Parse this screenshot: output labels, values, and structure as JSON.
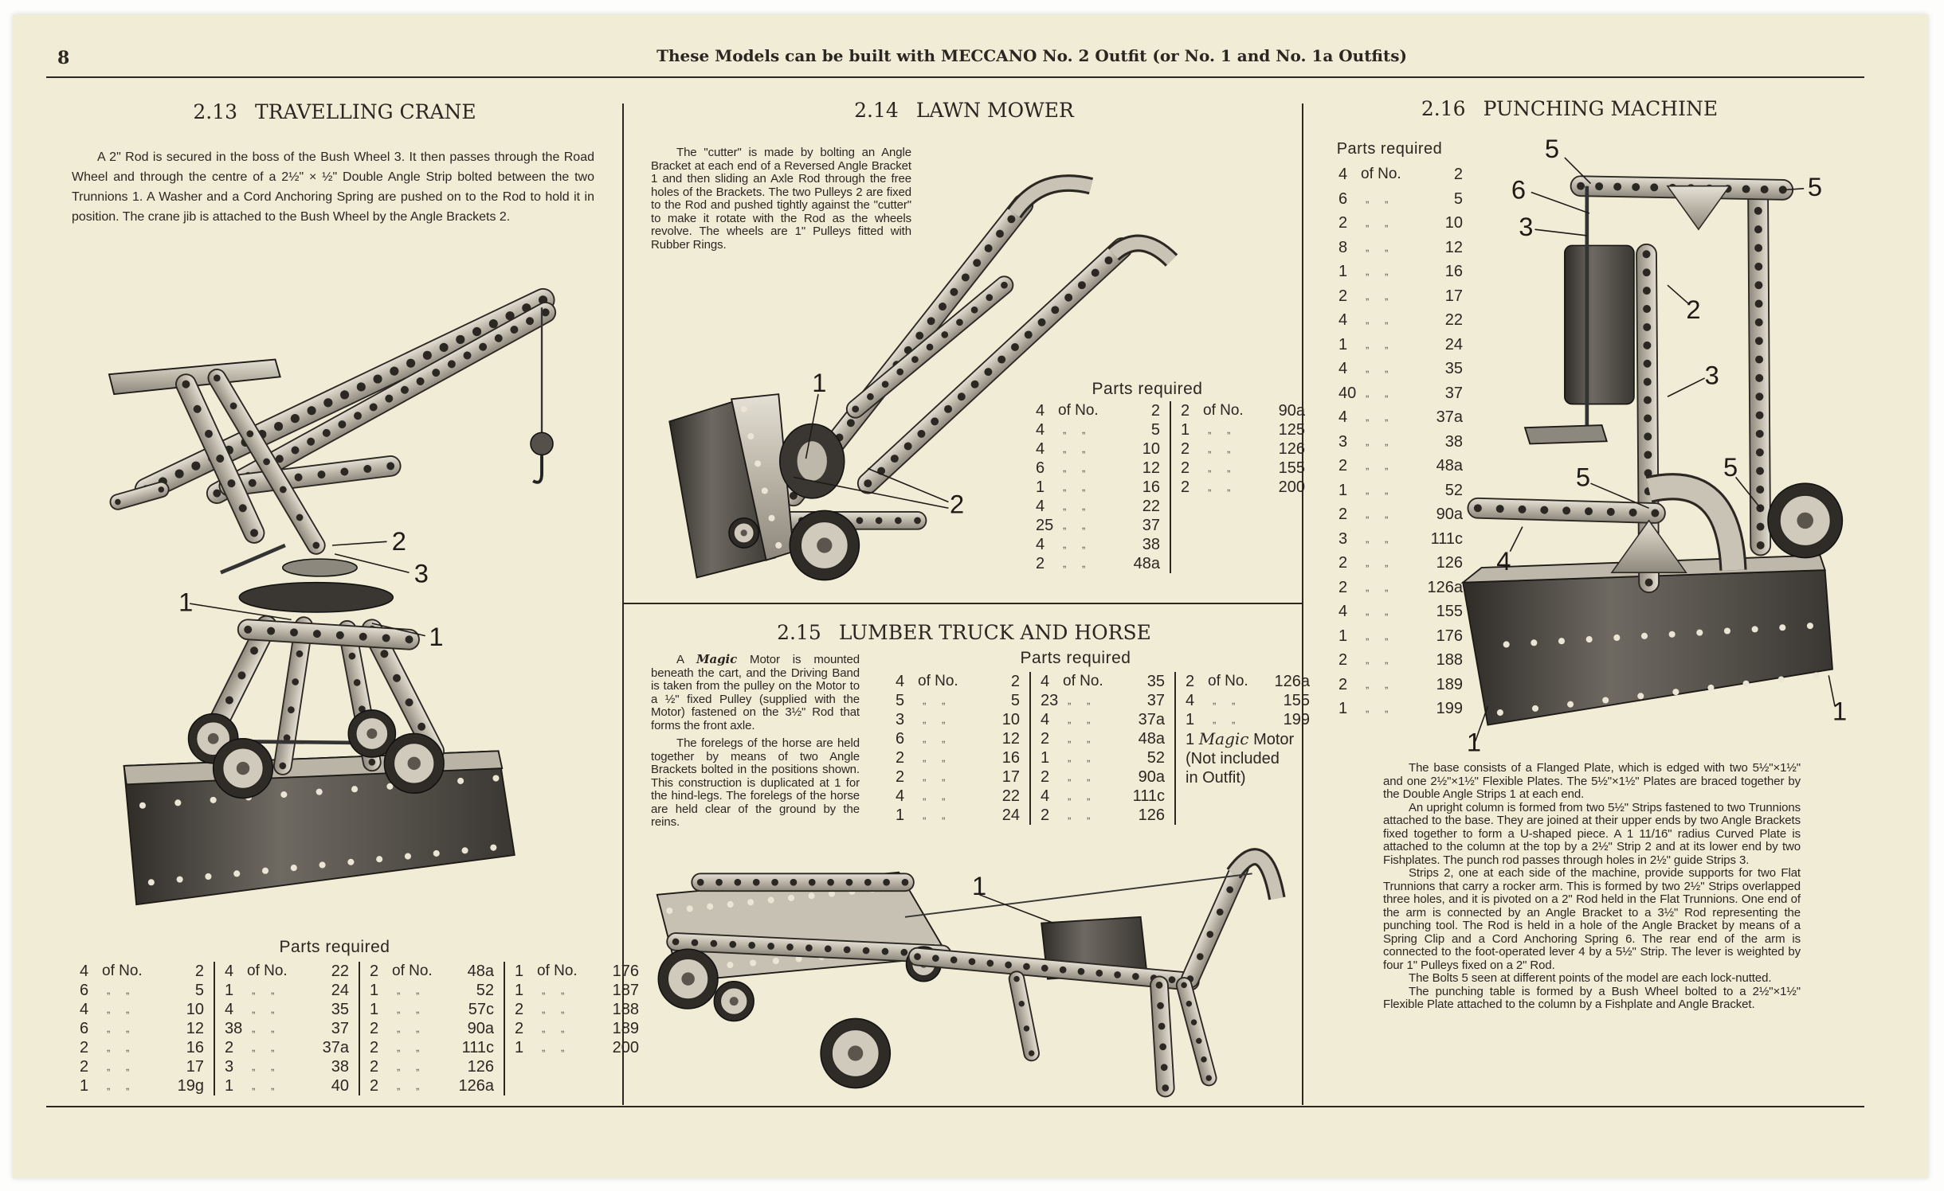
{
  "header": {
    "page_number": "8",
    "title": "These Models can be built with MECCANO No. 2 Outfit (or No. 1 and No. 1a Outfits)"
  },
  "labels": {
    "parts_required": "Parts required",
    "of_no": "of No.",
    "ditto": "„ „"
  },
  "models": {
    "crane": {
      "number": "2.13",
      "name": "TRAVELLING CRANE",
      "description": "A 2\" Rod is secured in the boss of the Bush Wheel 3. It then passes through the Road Wheel and through the centre of a 2½\" × ½\" Double Angle Strip bolted between the two Trunnions 1. A Washer and a Cord Anchoring Spring are pushed on to the Rod to hold it in position. The crane jib is attached to the Bush Wheel by the Angle Brackets 2.",
      "callouts": [
        "2",
        "3",
        "1",
        "1"
      ],
      "parts": [
        [
          [
            "4",
            "2"
          ],
          [
            "6",
            "5"
          ],
          [
            "4",
            "10"
          ],
          [
            "6",
            "12"
          ],
          [
            "2",
            "16"
          ],
          [
            "2",
            "17"
          ],
          [
            "1",
            "19g"
          ]
        ],
        [
          [
            "4",
            "22"
          ],
          [
            "1",
            "24"
          ],
          [
            "4",
            "35"
          ],
          [
            "38",
            "37"
          ],
          [
            "2",
            "37a"
          ],
          [
            "3",
            "38"
          ],
          [
            "1",
            "40"
          ]
        ],
        [
          [
            "2",
            "48a"
          ],
          [
            "1",
            "52"
          ],
          [
            "1",
            "57c"
          ],
          [
            "2",
            "90a"
          ],
          [
            "2",
            "111c"
          ],
          [
            "2",
            "126"
          ],
          [
            "2",
            "126a"
          ]
        ],
        [
          [
            "1",
            "176"
          ],
          [
            "1",
            "187"
          ],
          [
            "2",
            "188"
          ],
          [
            "2",
            "189"
          ],
          [
            "1",
            "200"
          ]
        ]
      ]
    },
    "mower": {
      "number": "2.14",
      "name": "LAWN MOWER",
      "description": "The \"cutter\" is made by bolting an Angle Bracket at each end of a Reversed Angle Bracket 1 and then sliding an Axle Rod through the free holes of the Brackets. The two Pulleys 2 are fixed to the Rod and pushed tightly against the \"cutter\" to make it rotate with the Rod as the wheels revolve. The wheels are 1\" Pulleys fitted with Rubber Rings.",
      "callouts": [
        "1",
        "2"
      ],
      "parts": [
        [
          [
            "4",
            "2"
          ],
          [
            "4",
            "5"
          ],
          [
            "4",
            "10"
          ],
          [
            "6",
            "12"
          ],
          [
            "1",
            "16"
          ],
          [
            "4",
            "22"
          ],
          [
            "25",
            "37"
          ],
          [
            "4",
            "38"
          ],
          [
            "2",
            "48a"
          ]
        ],
        [
          [
            "2",
            "90a"
          ],
          [
            "1",
            "125"
          ],
          [
            "2",
            "126"
          ],
          [
            "2",
            "155"
          ],
          [
            "2",
            "200"
          ]
        ]
      ]
    },
    "lumber": {
      "number": "2.15",
      "name": "LUMBER TRUCK AND HORSE",
      "description_1_italic": "Magic",
      "description_1_pre": "A",
      "description_1": "Motor is mounted beneath the cart, and the Driving Band is taken from the pulley on the Motor to a ½\" fixed Pulley (supplied with the Motor) fastened on the 3½\" Rod that forms the front axle.",
      "description_2": "The forelegs of the horse are held together by means of two Angle Brackets bolted in the positions shown. This construction is duplicated at 1 for the hind-legs. The forelegs of the horse are held clear of the ground by the reins.",
      "callouts": [
        "1"
      ],
      "parts": [
        [
          [
            "4",
            "2"
          ],
          [
            "5",
            "5"
          ],
          [
            "3",
            "10"
          ],
          [
            "6",
            "12"
          ],
          [
            "2",
            "16"
          ],
          [
            "2",
            "17"
          ],
          [
            "4",
            "22"
          ],
          [
            "1",
            "24"
          ]
        ],
        [
          [
            "4",
            "35"
          ],
          [
            "23",
            "37"
          ],
          [
            "4",
            "37a"
          ],
          [
            "2",
            "48a"
          ],
          [
            "1",
            "52"
          ],
          [
            "2",
            "90a"
          ],
          [
            "4",
            "111c"
          ],
          [
            "2",
            "126"
          ]
        ],
        [
          [
            "2",
            "126a"
          ],
          [
            "4",
            "155"
          ],
          [
            "1",
            "199"
          ]
        ]
      ],
      "note_qty": "1",
      "note_italic": "Magic",
      "note_rest": "Motor",
      "note_2": "(Not included",
      "note_3": "in Outfit)"
    },
    "punch": {
      "number": "2.16",
      "name": "PUNCHING MACHINE",
      "callouts": [
        "5",
        "6",
        "3",
        "5",
        "2",
        "3",
        "5",
        "5",
        "4",
        "1",
        "1"
      ],
      "parts": [
        [
          [
            "4",
            "2"
          ],
          [
            "6",
            "5"
          ],
          [
            "2",
            "10"
          ],
          [
            "8",
            "12"
          ],
          [
            "1",
            "16"
          ],
          [
            "2",
            "17"
          ],
          [
            "4",
            "22"
          ],
          [
            "1",
            "24"
          ],
          [
            "4",
            "35"
          ],
          [
            "40",
            "37"
          ],
          [
            "4",
            "37a"
          ],
          [
            "3",
            "38"
          ],
          [
            "2",
            "48a"
          ],
          [
            "1",
            "52"
          ],
          [
            "2",
            "90a"
          ],
          [
            "3",
            "111c"
          ],
          [
            "2",
            "126"
          ],
          [
            "2",
            "126a"
          ],
          [
            "4",
            "155"
          ],
          [
            "1",
            "176"
          ],
          [
            "2",
            "188"
          ],
          [
            "2",
            "189"
          ],
          [
            "1",
            "199"
          ]
        ]
      ],
      "paragraphs": [
        "The base consists of a Flanged Plate, which is edged with two 5½\"×1½\" and one 2½\"×1½\" Flexible Plates. The 5½\"×1½\" Plates are braced together by the Double Angle Strips 1 at each end.",
        "An upright column is formed from two 5½\" Strips fastened to two Trunnions attached to the base. They are joined at their upper ends by two Angle Brackets fixed together to form a U-shaped piece. A 1 11/16\" radius Curved Plate is attached to the column at the top by a 2½\" Strip 2 and at its lower end by two Fishplates. The punch rod passes through holes in 2½\" guide Strips 3.",
        "Strips 2, one at each side of the machine, provide supports for two Flat Trunnions that carry a rocker arm. This is formed by two 2½\" Strips overlapped three holes, and it is pivoted on a 2\" Rod held in the Flat Trunnions. One end of the arm is connected by an Angle Bracket to a 3½\" Rod representing the punching tool. The Rod is held in a hole of the Angle Bracket by means of a Spring Clip and a Cord Anchoring Spring 6. The rear end of the arm is connected to the foot-operated lever 4 by a 5½\" Strip. The lever is weighted by four 1\" Pulleys fixed on a 2\" Rod.",
        "The Bolts 5 seen at different points of the model are each lock-nutted.",
        "The punching table is formed by a Bush Wheel bolted to a 2½\"×1½\" Flexible Plate attached to the column by a Fishplate and Angle Bracket."
      ]
    }
  },
  "colors": {
    "paper": "#f1ecd6",
    "ink": "#2b2723",
    "metal_light": "#cfcabb",
    "metal_dark": "#4a4640"
  }
}
